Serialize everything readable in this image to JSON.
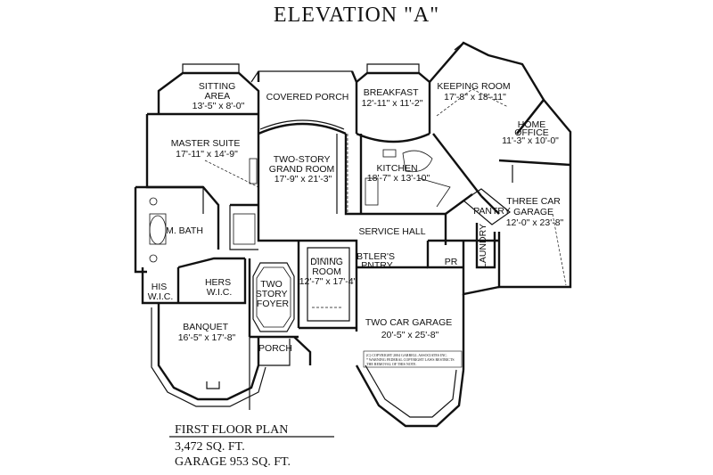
{
  "title": "ELEVATION \"A\"",
  "rooms": {
    "sitting_area": [
      "SITTING",
      "AREA",
      "13'-5\" x 8'-0\""
    ],
    "covered_porch": [
      "COVERED PORCH"
    ],
    "breakfast": [
      "BREAKFAST",
      "12'-11\" x 11'-2\""
    ],
    "keeping_room": [
      "KEEPING ROOM",
      "17'-8\" x 18'-11\""
    ],
    "home_office": [
      "HOME",
      "OFFICE",
      "11'-3\" x 10'-0\""
    ],
    "master_suite": [
      "MASTER SUITE",
      "17'-11\" x 14'-9\""
    ],
    "grand_room": [
      "TWO-STORY",
      "GRAND ROOM",
      "17'-9\" x 21'-3\""
    ],
    "kitchen": [
      "KITCHEN",
      "18'-7\" x 13'-10\""
    ],
    "three_car_garage": [
      "THREE CAR",
      "GARAGE",
      "12'-0\" x 23'-8\""
    ],
    "pantry": [
      "PANTRY"
    ],
    "m_bath": [
      "M. BATH"
    ],
    "service_hall": [
      "SERVICE HALL"
    ],
    "laundry": [
      "LAUNDRY"
    ],
    "dining_room": [
      "DINING",
      "ROOM",
      "12'-7\" x 17'-4\""
    ],
    "butlers_pantry": [
      "BTLER'S",
      "PNTRY"
    ],
    "pr": [
      "PR"
    ],
    "his_wic": [
      "HIS",
      "W.I.C."
    ],
    "hers_wic": [
      "HERS",
      "W.I.C."
    ],
    "foyer": [
      "TWO",
      "STORY",
      "FOYER"
    ],
    "two_car_garage": [
      "TWO CAR GARAGE",
      "20'-5\" x 25'-8\""
    ],
    "banquet": [
      "BANQUET",
      "16'-5\" x 17'-8\""
    ],
    "porch": [
      "PORCH"
    ]
  },
  "copyright": [
    "(C) COPYRIGHT 2004 GARRELL ASSOCIATES INC.",
    "* WARNING FEDERAL COPYRIGHT LAWS RESTRICTS",
    "THE REMOVAL OF THIS NOTE."
  ],
  "footer": {
    "plan_title": "FIRST FLOOR PLAN",
    "area": "3,472  SQ. FT.",
    "garage": "GARAGE  953  SQ.  FT."
  }
}
